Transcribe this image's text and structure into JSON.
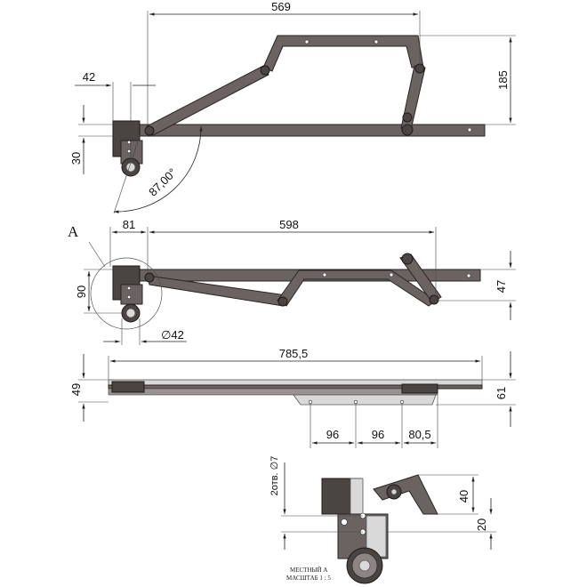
{
  "dimensions": {
    "top_width": "569",
    "top_offset": "42",
    "top_height": "185",
    "top_bracket": "30",
    "top_angle": "87,00°",
    "mid_offset": "81",
    "mid_width": "598",
    "mid_height": "90",
    "mid_right": "47",
    "mid_diameter": "∅42",
    "bottom_length": "785,5",
    "bottom_left_h": "49",
    "bottom_right_h": "61",
    "hole_pitch_1": "96",
    "hole_pitch_2": "96",
    "hole_pitch_3": "80,5",
    "detail_holes": "2отв. ∅7",
    "detail_h1": "40",
    "detail_h2": "20"
  },
  "labels": {
    "detail_ref": "A",
    "detail_title": "МЕСТНЫЙ А",
    "detail_scale": "МАСШТАБ 1 : 5"
  },
  "colors": {
    "steel": "#6b6361",
    "steel_dark": "#4a4442",
    "plate": "#d9d9d9"
  }
}
